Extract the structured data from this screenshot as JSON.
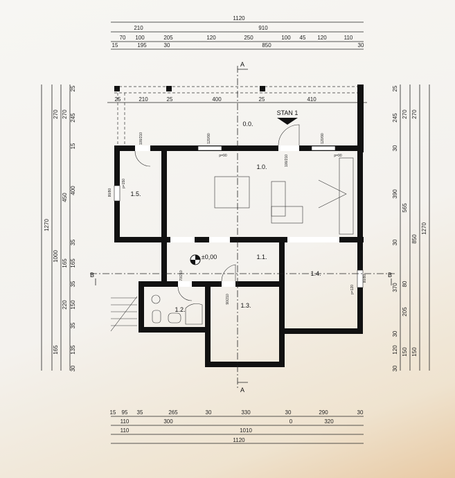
{
  "title": "STAN 1",
  "rooms": {
    "r00": "0.0.",
    "r10": "1.0.",
    "r15": "1.5.",
    "r11": "1.1.",
    "r12": "1.2.",
    "r13": "1.3.",
    "r14": "1.4."
  },
  "level": "±0,00",
  "sections": {
    "a_top": "A",
    "a_bottom": "A",
    "b_left": "B",
    "b_right": "B"
  },
  "dims_top": {
    "row1": [
      "1120"
    ],
    "row2": [
      "210",
      "910"
    ],
    "row3": [
      "70",
      "100",
      "205",
      "120",
      "250",
      "100",
      "45",
      "120",
      "110"
    ],
    "row4": [
      "15",
      "195",
      "30",
      "850",
      "30"
    ],
    "inner": [
      "25",
      "210",
      "25",
      "400",
      "25",
      "410"
    ]
  },
  "dims_bottom": {
    "row1": [
      "15",
      "95",
      "35",
      "265",
      "30",
      "330",
      "30",
      "290",
      "30"
    ],
    "row2": [
      "110",
      "300",
      "0",
      "320"
    ],
    "row3": [
      "110",
      "1010"
    ],
    "row4": [
      "1120"
    ]
  },
  "dims_left": {
    "c1": [
      "1270"
    ],
    "c2": [
      "270",
      "1000",
      "165"
    ],
    "c3": [
      "270",
      "450",
      "165",
      "220"
    ],
    "c4": [
      "25",
      "245",
      "15",
      "400",
      "35",
      "165",
      "35",
      "150",
      "35",
      "135",
      "30"
    ]
  },
  "dims_right": {
    "c1": [
      "25",
      "245",
      "30",
      "390",
      "30",
      "370",
      "30",
      "120",
      "30"
    ],
    "c2": [
      "270",
      "565",
      "80",
      "205",
      "150"
    ],
    "c3": [
      "270",
      "850",
      "150"
    ],
    "c4": [
      "1270"
    ]
  },
  "openings": [
    "100/210",
    "120/90",
    "120/90",
    "100/210",
    "80/80",
    "p=150",
    "p=90",
    "p=90",
    "70/210",
    "90/210",
    "80/80",
    "p=120"
  ]
}
